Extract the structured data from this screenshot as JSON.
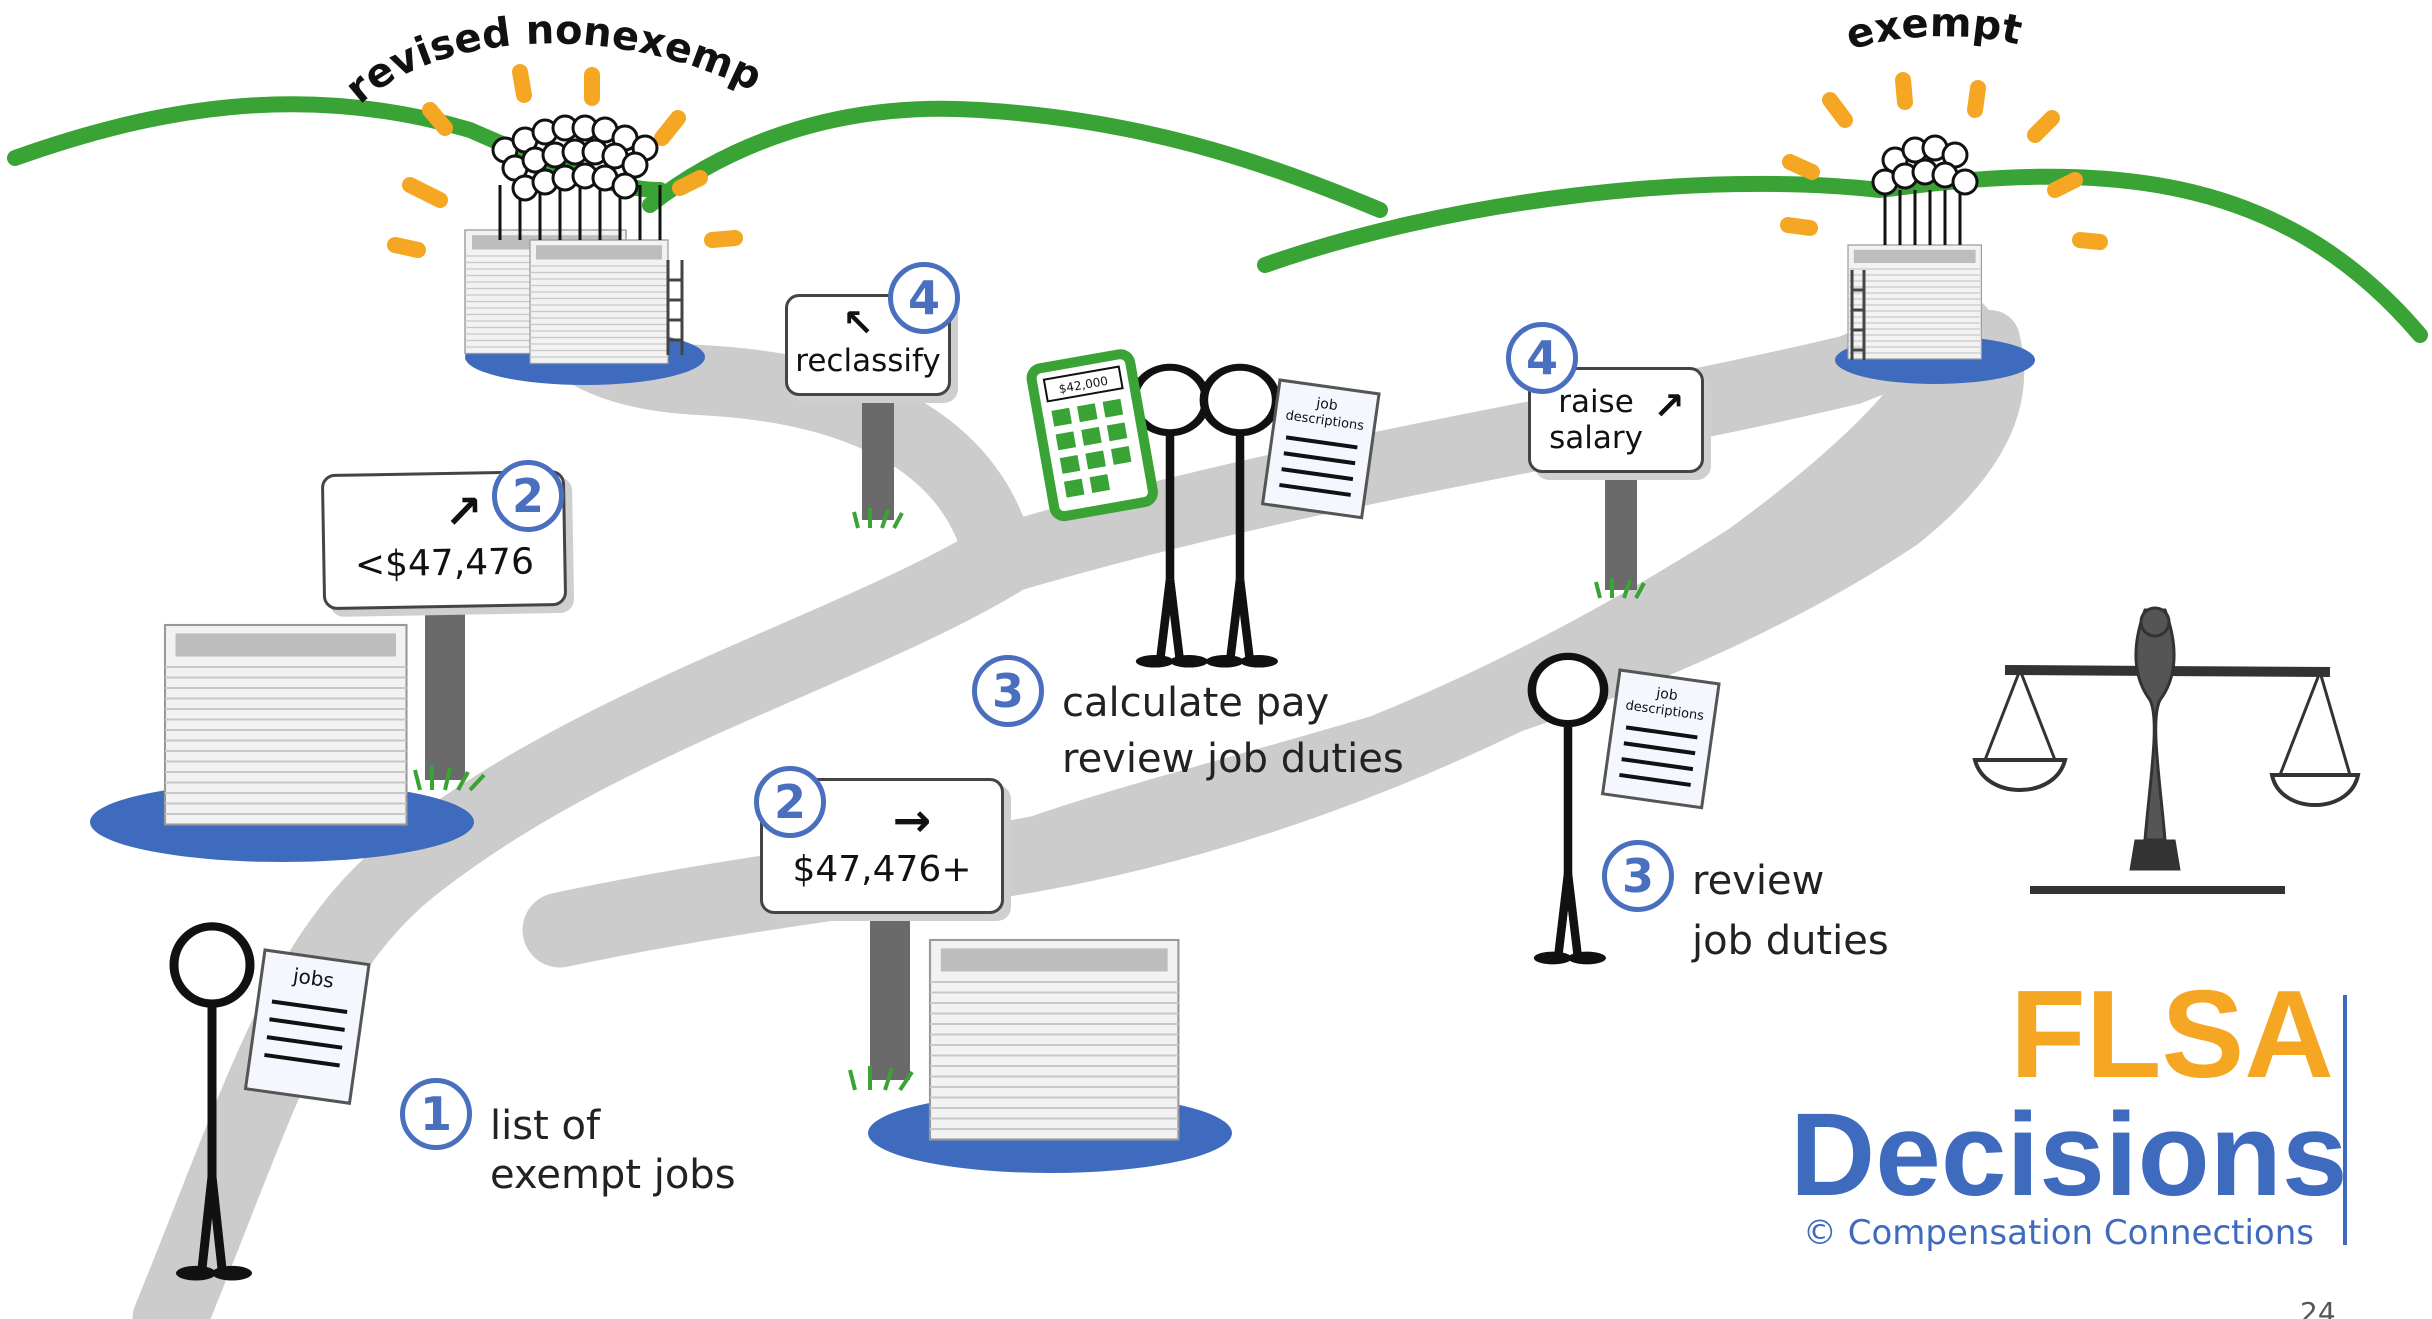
{
  "hills": {
    "left_label": "revised nonexempt",
    "right_label": "exempt"
  },
  "signs": {
    "threshold_low": "<$47,476",
    "threshold_high": "$47,476+",
    "reclassify": "reclassify",
    "raise_salary_line1": "raise",
    "raise_salary_line2": "salary"
  },
  "steps": {
    "s1": "1",
    "s2a": "2",
    "s2b": "2",
    "s3a": "3",
    "s3b": "3",
    "s4a": "4",
    "s4b": "4"
  },
  "captions": {
    "step1_line1": "list of",
    "step1_line2": "exempt jobs",
    "step3_center_line1": "calculate pay",
    "step3_center_line2": "review job duties",
    "step3_right_line1": "review",
    "step3_right_line2": "job duties"
  },
  "props": {
    "calculator_display": "$42,000",
    "clipboard_jobs": "jobs",
    "clipboard_job_descriptions_1": "job",
    "clipboard_job_descriptions_2": "descriptions"
  },
  "brand": {
    "title_line1": "FLSA",
    "title_line2": "Decisions",
    "copyright": "© Compensation Connections"
  },
  "page_number": "24",
  "colors": {
    "hill_green": "#3aa335",
    "path_gray": "#cccccc",
    "base_blue": "#3f6bbf",
    "step_blue": "#4a6fbf",
    "flsa_orange": "#f5a623",
    "ray_orange": "#f5a623"
  },
  "icons": {
    "scale": "balance-scale-icon",
    "paper_stack": "paper-stack-icon",
    "crowd": "stick-figure-crowd-icon",
    "person": "stick-figure-icon",
    "calculator": "calculator-icon",
    "clipboard": "clipboard-icon"
  }
}
